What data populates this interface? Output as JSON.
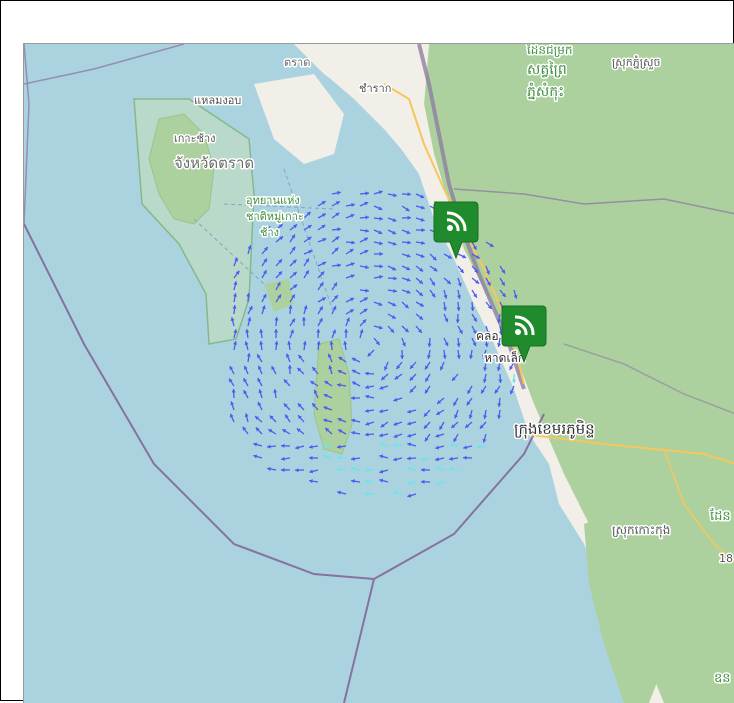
{
  "colors": {
    "sea": "#aad3df",
    "land": "#f2efe9",
    "forest": "#add19e",
    "park": "#c8dfb8",
    "border": "#8d7fa3",
    "maritime_boundary": "#8672a0",
    "road": "#f7c65b",
    "current_vector": "#4b5cf0",
    "current_vector_fast": "#66e6f0",
    "marker": "#1f8b2c",
    "label_dark": "#6b6b6b",
    "label_green": "#3f8f3f"
  },
  "labels": {
    "trat_top": "ตราด",
    "cham_rak": "ชำราก",
    "laem_ngop": "แหลมงอบ",
    "ko_chang": "เกาะช้าง",
    "trat_province": "จังหวัดตราด",
    "park_line1": "อุทยานแห่ง",
    "park_line2": "ชาติหมู่เกาะ",
    "park_line3": "ช้าง",
    "khlong_yai": "คลอ",
    "hat_lek": "หาดเล็ก",
    "kh_top1": "ដែនជម្រក",
    "kh_top2": "សត្វព្រៃ",
    "kh_top3": "ភ្នំសំកុះ",
    "kh_district_top": "ស្រុកភ្នំស្រួច",
    "krong_khemarak": "ក្រុងខេមរភូមិន្ទ",
    "srok_koh_kong": "ស្រុកកោះកុង",
    "right_edge_1": "ដែន",
    "right_edge_2": "ឧន",
    "right_edge_num": "18"
  },
  "markers": [
    {
      "name": "station-marker-1",
      "icon": "rss-icon"
    },
    {
      "name": "station-marker-2",
      "icon": "rss-icon"
    }
  ]
}
